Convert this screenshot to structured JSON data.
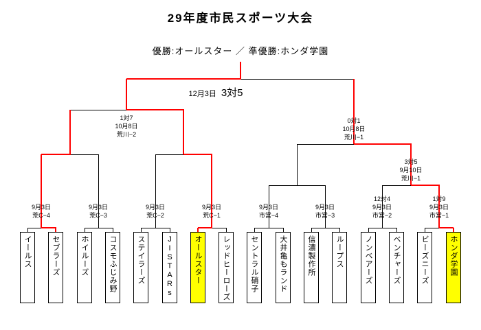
{
  "title": "29年度市民スポーツ大会",
  "subtitle": "優勝:オールスター ／ 準優勝:ホンダ学園",
  "colors": {
    "advance_line": "#ff0000",
    "winner_highlight": "#ffff00",
    "bracket_line": "#000000"
  },
  "final_match": {
    "date": "12月3日",
    "score": "3対5"
  },
  "semifinal_left": {
    "line1": "1対7",
    "line2": "10月8日",
    "line3": "荒川−2"
  },
  "semifinal_right": {
    "line1": "0対1",
    "line2": "10月8日",
    "line3": "荒川−1"
  },
  "quarterfinal_right": {
    "line1": "3対5",
    "line2": "9月10日",
    "line3": "荒川−1"
  },
  "round1_labels": [
    {
      "line1": "9月3日",
      "line2": "荒C−4"
    },
    {
      "line1": "9月3日",
      "line2": "荒C−3"
    },
    {
      "line1": "9月3日",
      "line2": "荒C−2"
    },
    {
      "line1": "9月3日",
      "line2": "荒C−1"
    },
    {
      "line1": "9月3日",
      "line2": "市営−4"
    },
    {
      "line1": "9月3日",
      "line2": "市営−3"
    },
    {
      "line1": "12対4",
      "line2": "9月3日",
      "line3": "市営−2"
    },
    {
      "line1": "1対9",
      "line2": "9月3日",
      "line3": "市営−1"
    }
  ],
  "teams": [
    {
      "name": "イールス",
      "highlight": false
    },
    {
      "name": "セブラーズ",
      "highlight": false
    },
    {
      "name": "ホイルーズ",
      "highlight": false
    },
    {
      "name": "コスモふじみ野",
      "highlight": false
    },
    {
      "name": "ステイラーズ",
      "highlight": false
    },
    {
      "name": "JISTARs",
      "highlight": false
    },
    {
      "name": "オールスター",
      "highlight": true
    },
    {
      "name": "レッドヒーローズ",
      "highlight": false
    },
    {
      "name": "セントラル硝子",
      "highlight": false
    },
    {
      "name": "大井亀もランド",
      "highlight": false
    },
    {
      "name": "信濃製作所",
      "highlight": false
    },
    {
      "name": "ループス",
      "highlight": false
    },
    {
      "name": "ノンベアーズ",
      "highlight": false
    },
    {
      "name": "ベンチャーズ",
      "highlight": false
    },
    {
      "name": "ビーズニーズ",
      "highlight": false
    },
    {
      "name": "ホンダ学園",
      "highlight": true
    }
  ]
}
